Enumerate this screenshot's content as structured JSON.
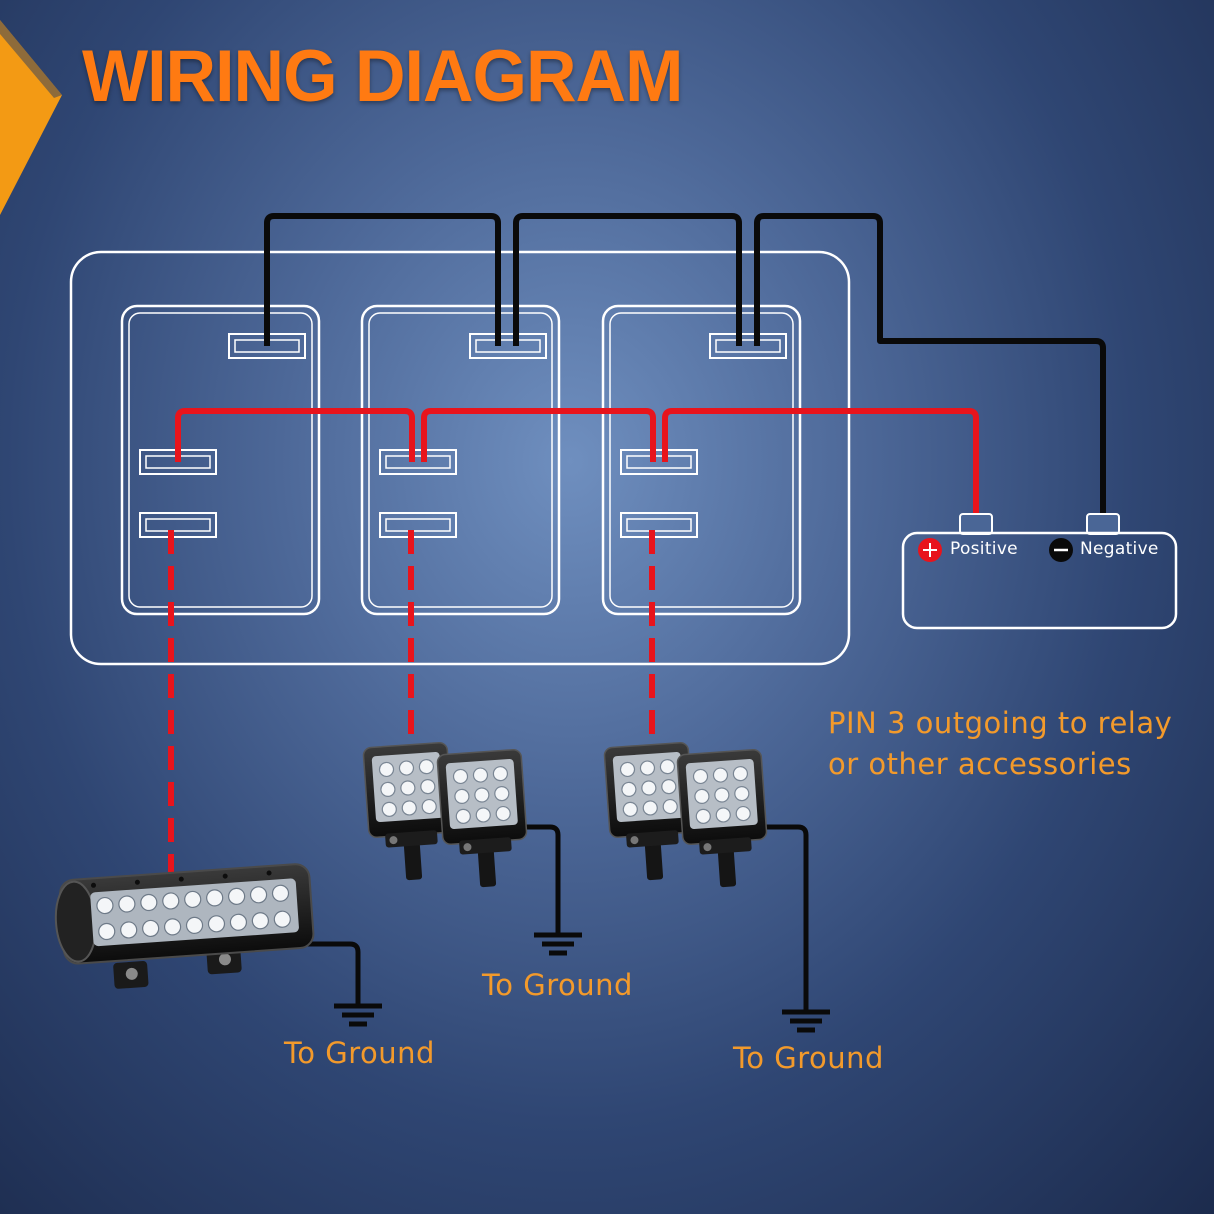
{
  "title": "WIRING DIAGRAM",
  "battery": {
    "positive_label": "Positive",
    "negative_label": "Negative"
  },
  "note": {
    "line1": "PIN 3 outgoing to relay",
    "line2": "or other accessories"
  },
  "ground_labels": [
    "To Ground",
    "To Ground",
    "To Ground"
  ],
  "colors": {
    "accent": "#ff7a12",
    "label": "#f39a2b",
    "positive_wire": "#e8141c",
    "ground_wire": "#0a0a0a",
    "outline": "#ffffff"
  },
  "icons": [
    "ground-symbol",
    "light-bar",
    "work-light-pod",
    "positive-terminal",
    "negative-terminal"
  ]
}
